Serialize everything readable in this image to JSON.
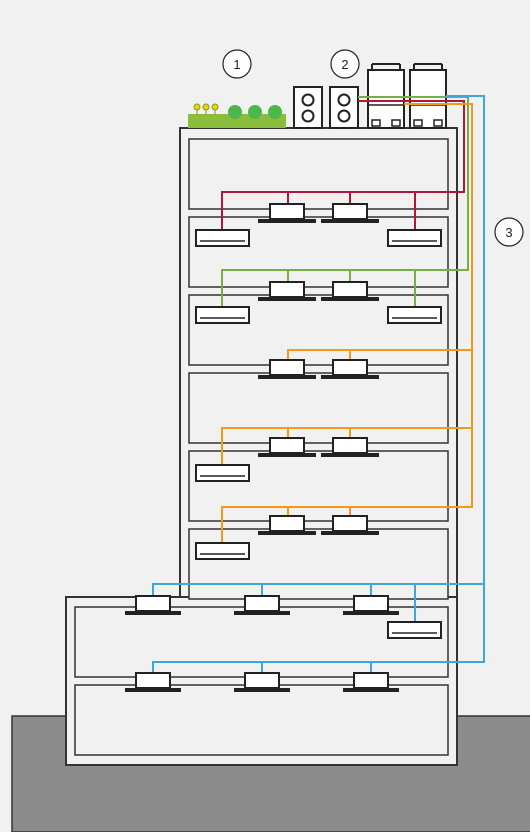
{
  "colors": {
    "background": "#f1f1f1",
    "ground": "#8c8c8c",
    "wall_fill": "#f1f1f1",
    "wall_stroke": "#333333",
    "unit_fill": "#ffffff",
    "unit_stroke": "#222222",
    "grass": "#8bbd3c",
    "bush": "#4cb849",
    "flower": "#f2d200",
    "pipe_red": "#b0173a",
    "pipe_green": "#74b043",
    "pipe_orange": "#f39a1b",
    "pipe_blue": "#3fa7e0"
  },
  "callouts": [
    {
      "label": "1",
      "target": "rooftop-garden"
    },
    {
      "label": "2",
      "target": "rooftop-outdoor-units"
    },
    {
      "label": "3",
      "target": "refrigerant-piping"
    }
  ],
  "icons": [
    "flower-icon",
    "bush-icon",
    "outdoor-fan-unit-icon",
    "vrf-outdoor-unit-icon",
    "ceiling-cassette-unit-icon",
    "wall-split-unit-icon"
  ]
}
